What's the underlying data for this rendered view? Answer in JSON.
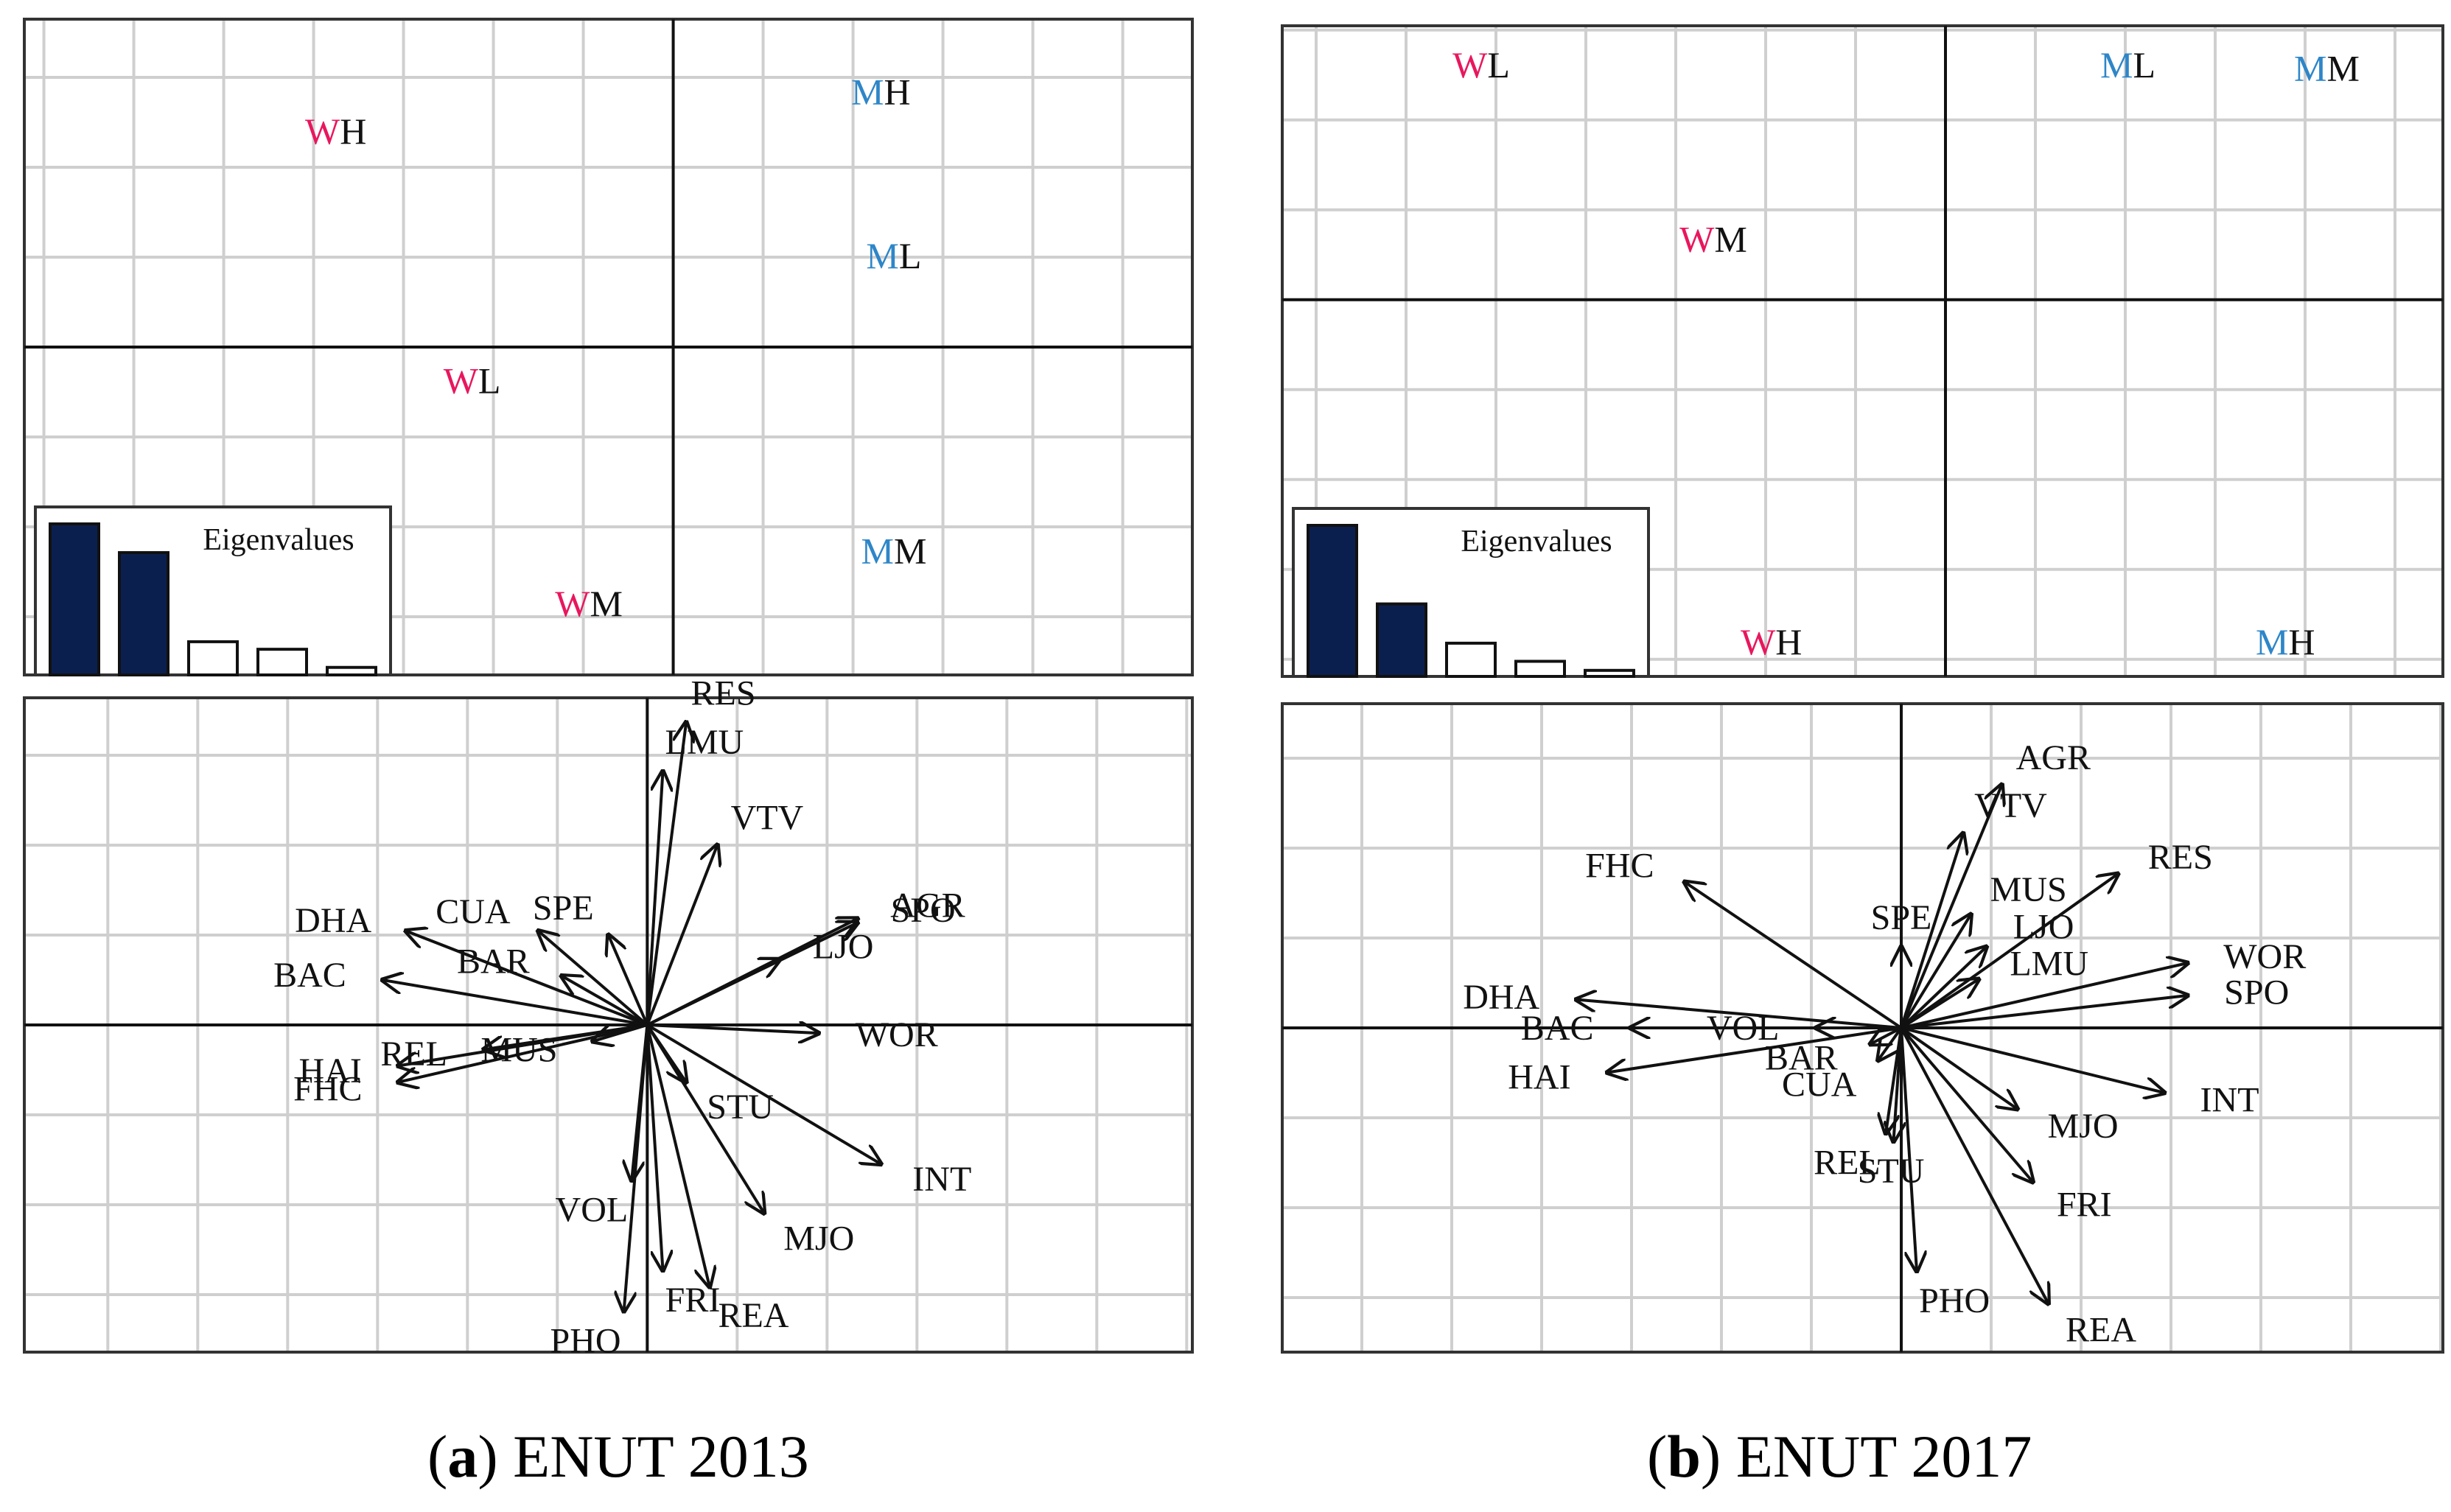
{
  "captions": [
    {
      "letter": "a",
      "text": "ENUT 2013"
    },
    {
      "letter": "b",
      "text": "ENUT 2017"
    }
  ],
  "colors": {
    "women": "#e8175d",
    "men": "#2e86c8",
    "bar_filled": "#0b1f4f",
    "grid": "#cfcfcf",
    "frame": "#333333",
    "ink": "#111111"
  },
  "chart_data": [
    {
      "type": "scatter",
      "panel": "a",
      "role": "groups",
      "xlim": [
        -1.0,
        0.8
      ],
      "ylim": [
        -0.5,
        0.5
      ],
      "points": [
        {
          "prefix": "W",
          "suffix": "H",
          "x": -0.52,
          "y": 0.31
        },
        {
          "prefix": "M",
          "suffix": "H",
          "x": 0.32,
          "y": 0.37
        },
        {
          "prefix": "M",
          "suffix": "L",
          "x": 0.34,
          "y": 0.12
        },
        {
          "prefix": "W",
          "suffix": "L",
          "x": -0.31,
          "y": -0.07
        },
        {
          "prefix": "M",
          "suffix": "M",
          "x": 0.34,
          "y": -0.33
        },
        {
          "prefix": "W",
          "suffix": "M",
          "x": -0.13,
          "y": -0.41
        }
      ],
      "eigen_title": "Eigenvalues",
      "eigenvalues": [
        1.0,
        0.81,
        0.22,
        0.17,
        0.05
      ],
      "eigen_filled": 2
    },
    {
      "type": "scatter",
      "panel": "b",
      "role": "groups",
      "xlim": [
        -0.8,
        0.6
      ],
      "ylim": [
        -0.55,
        0.4
      ],
      "points": [
        {
          "prefix": "W",
          "suffix": "L",
          "x": -0.56,
          "y": 0.35
        },
        {
          "prefix": "M",
          "suffix": "L",
          "x": 0.22,
          "y": 0.48
        },
        {
          "prefix": "M",
          "suffix": "M",
          "x": 0.46,
          "y": 0.32
        },
        {
          "prefix": "W",
          "suffix": "M",
          "x": -0.28,
          "y": 0.07
        },
        {
          "prefix": "W",
          "suffix": "H",
          "x": -0.21,
          "y": -0.7
        },
        {
          "prefix": "M",
          "suffix": "H",
          "x": 0.41,
          "y": -0.64
        }
      ],
      "eigen_title": "Eigenvalues",
      "eigenvalues": [
        1.0,
        0.48,
        0.22,
        0.1,
        0.04
      ],
      "eigen_filled": 2
    },
    {
      "type": "scatter",
      "panel": "a",
      "role": "variables",
      "xlim": [
        -0.8,
        0.7
      ],
      "ylim": [
        -0.4,
        0.4
      ],
      "arrows": [
        {
          "label": "RES",
          "x": 0.05,
          "y": 0.37
        },
        {
          "label": "LMU",
          "x": 0.02,
          "y": 0.31
        },
        {
          "label": "VTV",
          "x": 0.09,
          "y": 0.22
        },
        {
          "label": "AGR",
          "x": 0.27,
          "y": 0.13
        },
        {
          "label": "SPO",
          "x": 0.27,
          "y": 0.125
        },
        {
          "label": "LJO",
          "x": 0.17,
          "y": 0.08
        },
        {
          "label": "WOR",
          "x": 0.22,
          "y": -0.01
        },
        {
          "label": "INT",
          "x": 0.3,
          "y": -0.17
        },
        {
          "label": "STU",
          "x": 0.05,
          "y": -0.07
        },
        {
          "label": "MJO",
          "x": 0.15,
          "y": -0.23
        },
        {
          "label": "REA",
          "x": 0.08,
          "y": -0.32
        },
        {
          "label": "FRI",
          "x": 0.02,
          "y": -0.3
        },
        {
          "label": "PHO",
          "x": -0.03,
          "y": -0.35
        },
        {
          "label": "VOL",
          "x": -0.02,
          "y": -0.19
        },
        {
          "label": "SPE",
          "x": -0.05,
          "y": 0.11
        },
        {
          "label": "CUA",
          "x": -0.14,
          "y": 0.115
        },
        {
          "label": "BAR",
          "x": -0.11,
          "y": 0.06
        },
        {
          "label": "DHA",
          "x": -0.31,
          "y": 0.115
        },
        {
          "label": "BAC",
          "x": -0.34,
          "y": 0.055
        },
        {
          "label": "REL",
          "x": -0.21,
          "y": -0.03
        },
        {
          "label": "HAI",
          "x": -0.32,
          "y": -0.05
        },
        {
          "label": "FHC",
          "x": -0.32,
          "y": -0.07
        },
        {
          "label": "MUS",
          "x": -0.07,
          "y": -0.02
        }
      ]
    },
    {
      "type": "scatter",
      "panel": "b",
      "role": "variables",
      "xlim": [
        -0.8,
        0.7
      ],
      "ylim": [
        -0.4,
        0.4
      ],
      "arrows": [
        {
          "label": "AGR",
          "x": 0.13,
          "y": 0.3
        },
        {
          "label": "VTV",
          "x": 0.08,
          "y": 0.24
        },
        {
          "label": "RES",
          "x": 0.28,
          "y": 0.19
        },
        {
          "label": "MUS",
          "x": 0.09,
          "y": 0.14
        },
        {
          "label": "SPE",
          "x": 0.0,
          "y": 0.1
        },
        {
          "label": "LJO",
          "x": 0.11,
          "y": 0.1
        },
        {
          "label": "LMU",
          "x": 0.1,
          "y": 0.06
        },
        {
          "label": "WOR",
          "x": 0.37,
          "y": 0.08
        },
        {
          "label": "SPO",
          "x": 0.37,
          "y": 0.04
        },
        {
          "label": "INT",
          "x": 0.34,
          "y": -0.08
        },
        {
          "label": "MJO",
          "x": 0.15,
          "y": -0.1
        },
        {
          "label": "FRI",
          "x": 0.17,
          "y": -0.19
        },
        {
          "label": "REA",
          "x": 0.19,
          "y": -0.34
        },
        {
          "label": "PHO",
          "x": 0.02,
          "y": -0.3
        },
        {
          "label": "FHC",
          "x": -0.28,
          "y": 0.18
        },
        {
          "label": "DHA",
          "x": -0.42,
          "y": 0.035
        },
        {
          "label": "VOL",
          "x": -0.11,
          "y": 0.0
        },
        {
          "label": "BAC",
          "x": -0.35,
          "y": 0.0
        },
        {
          "label": "HAI",
          "x": -0.38,
          "y": -0.055
        },
        {
          "label": "BAR",
          "x": -0.04,
          "y": -0.02
        },
        {
          "label": "CUA",
          "x": -0.03,
          "y": -0.04
        },
        {
          "label": "REL",
          "x": -0.02,
          "y": -0.13
        },
        {
          "label": "STU",
          "x": -0.01,
          "y": -0.14
        }
      ]
    }
  ]
}
